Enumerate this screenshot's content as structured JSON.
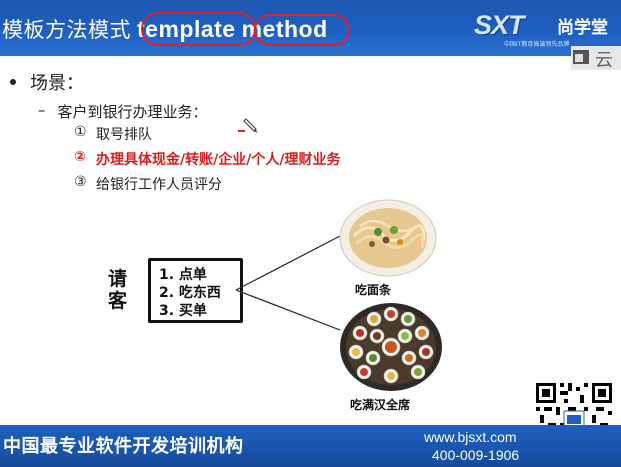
{
  "header": {
    "title_cn": "模板方法模式",
    "title_en_1": "template",
    "title_en_2": "method",
    "accent_color": "#1e5fc0",
    "annotation_color": "#d9232d"
  },
  "logo": {
    "mark": "SXT",
    "name": "尚学堂",
    "tagline": "中国IT教育高端领先品牌"
  },
  "side_tab": {
    "label": "云",
    "icon": "window-restore-icon"
  },
  "content": {
    "bullet": "场景：",
    "sub_bullet_dash": "–",
    "sub_bullet": "客户到银行办理业务：",
    "steps": [
      {
        "num": "①",
        "text": "取号排队"
      },
      {
        "num": "②",
        "text": "办理具体现金/转账/企业/个人/理财业务"
      },
      {
        "num": "③",
        "text": "给银行工作人员评分"
      }
    ],
    "highlight_color": "#d6201f",
    "cursor_icon": "pen-cursor-icon"
  },
  "diagram": {
    "please_label": "请客",
    "menu_items": [
      "1. 点单",
      "2. 吃东西",
      "3. 买单"
    ],
    "dishes": [
      {
        "label": "吃面条",
        "icon": "noodle-bowl-image"
      },
      {
        "label": "吃满汉全席",
        "icon": "banquet-feast-image"
      }
    ]
  },
  "footer": {
    "slogan": "中国最专业软件开发培训机构",
    "url": "www.bjsxt.com",
    "phone": "400-009-1906",
    "qr_icon": "qr-code-icon"
  }
}
